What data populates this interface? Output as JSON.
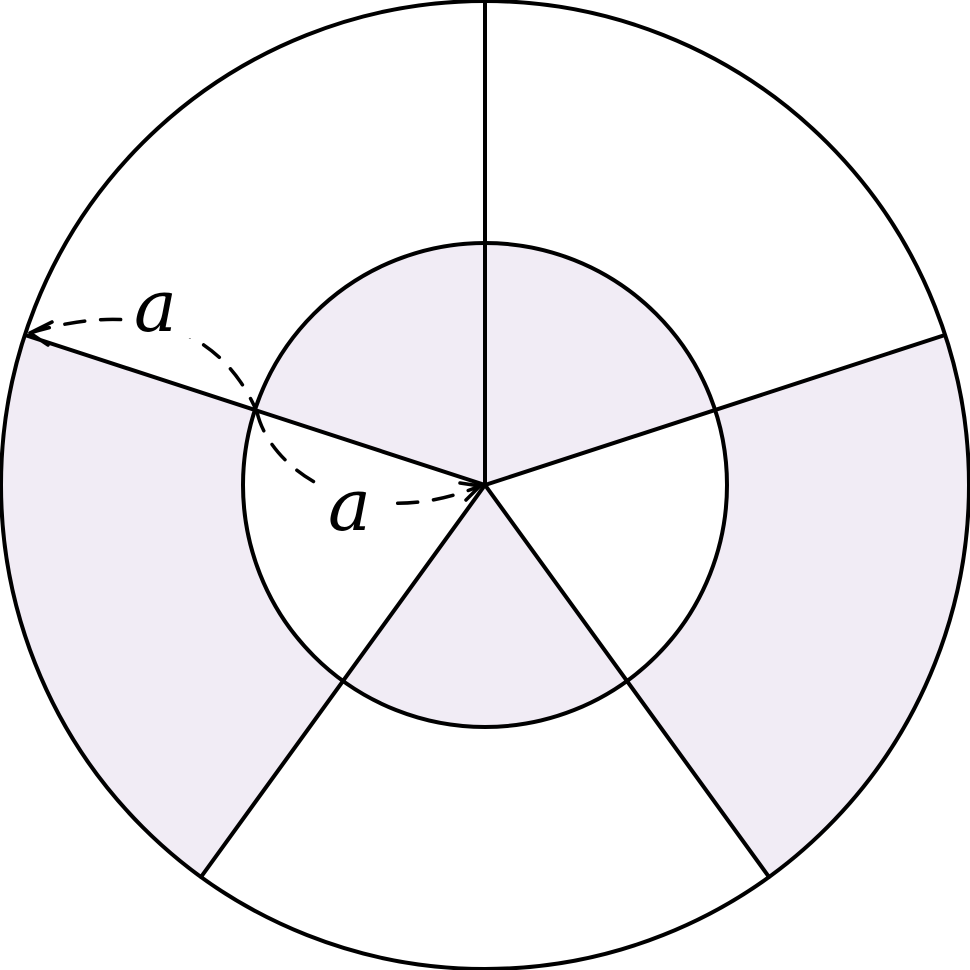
{
  "diagram": {
    "colors": {
      "shaded": "#f1ecf5",
      "background": "#ffffff",
      "stroke": "#000000"
    },
    "labels": {
      "outer_arc": "a",
      "inner_arc": "a"
    },
    "sectors": 5,
    "radius_ratio_inner_to_outer": 0.5
  }
}
